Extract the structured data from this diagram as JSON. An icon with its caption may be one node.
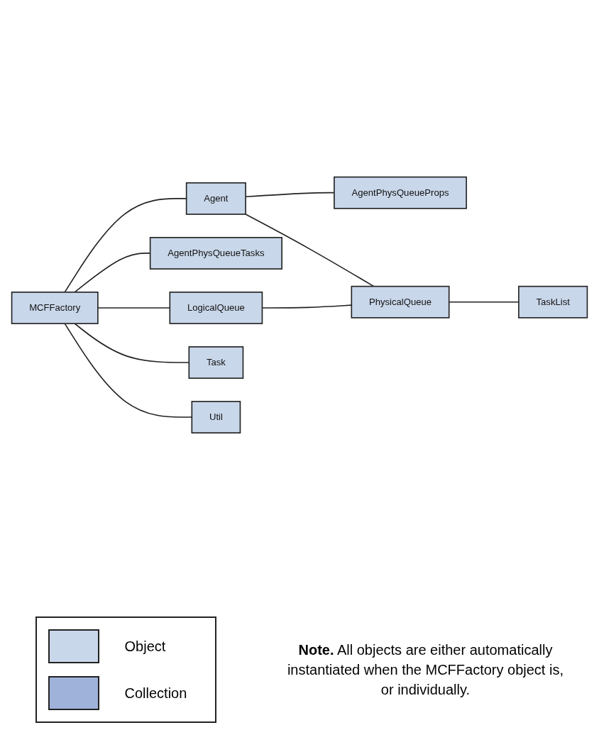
{
  "diagram": {
    "nodes": [
      {
        "text": [
          "MCFFactory"
        ]
      },
      {
        "text": [
          "Agent"
        ]
      },
      {
        "text": [
          "AgentPhysQueueProps"
        ]
      },
      {
        "text": [
          "AgentPhysQueueTasks"
        ]
      },
      {
        "text": [
          "LogicalQueue"
        ]
      },
      {
        "text": [
          "PhysicalQueue"
        ]
      },
      {
        "text": [
          "Task"
        ]
      },
      {
        "text": [
          "TaskList"
        ]
      },
      {
        "text": [
          "Util"
        ]
      }
    ],
    "edges": [
      {
        "from": 0,
        "to": 1,
        "arrow": "none"
      },
      {
        "from": 0,
        "to": 3,
        "arrow": "none"
      },
      {
        "from": 0,
        "to": 4,
        "arrow": "none"
      },
      {
        "from": 0,
        "to": 6,
        "arrow": "none"
      },
      {
        "from": 0,
        "to": 8,
        "arrow": "none"
      },
      {
        "from": 1,
        "to": 2,
        "arrow": "none"
      },
      {
        "from": 1,
        "to": 5,
        "arrow": "none"
      },
      {
        "from": 4,
        "to": 5,
        "arrow": "none"
      },
      {
        "from": 5,
        "to": 7,
        "arrow": "none"
      }
    ],
    "labels": [
      "**Note.** All objects are either automatically instantiated when the MCFFactory object is, or individually."
    ],
    "legend": [
      {
        "text": "Object",
        "color": "#c9d7ea"
      },
      {
        "text": "Collection",
        "color": "#9fb2da"
      }
    ]
  }
}
